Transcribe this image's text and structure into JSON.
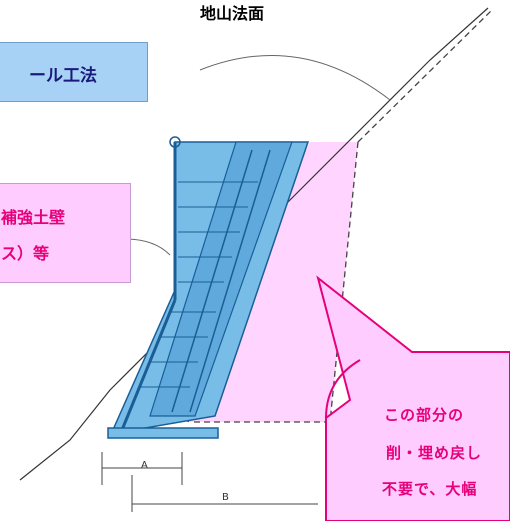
{
  "title": "地山法面",
  "labels": {
    "left_blue": "ール工法",
    "left_pink_line1": "補強土壁",
    "left_pink_line2": "ス）等",
    "dim_a": "A",
    "dim_b": "B"
  },
  "callout": {
    "line1": "この部分の",
    "line2": "削・埋め戻し",
    "line3": "不要で、大幅"
  },
  "colors": {
    "blue_fill": "#a7d2f5",
    "pink_fill": "#ffccff",
    "accent_text": "#e6007a"
  }
}
